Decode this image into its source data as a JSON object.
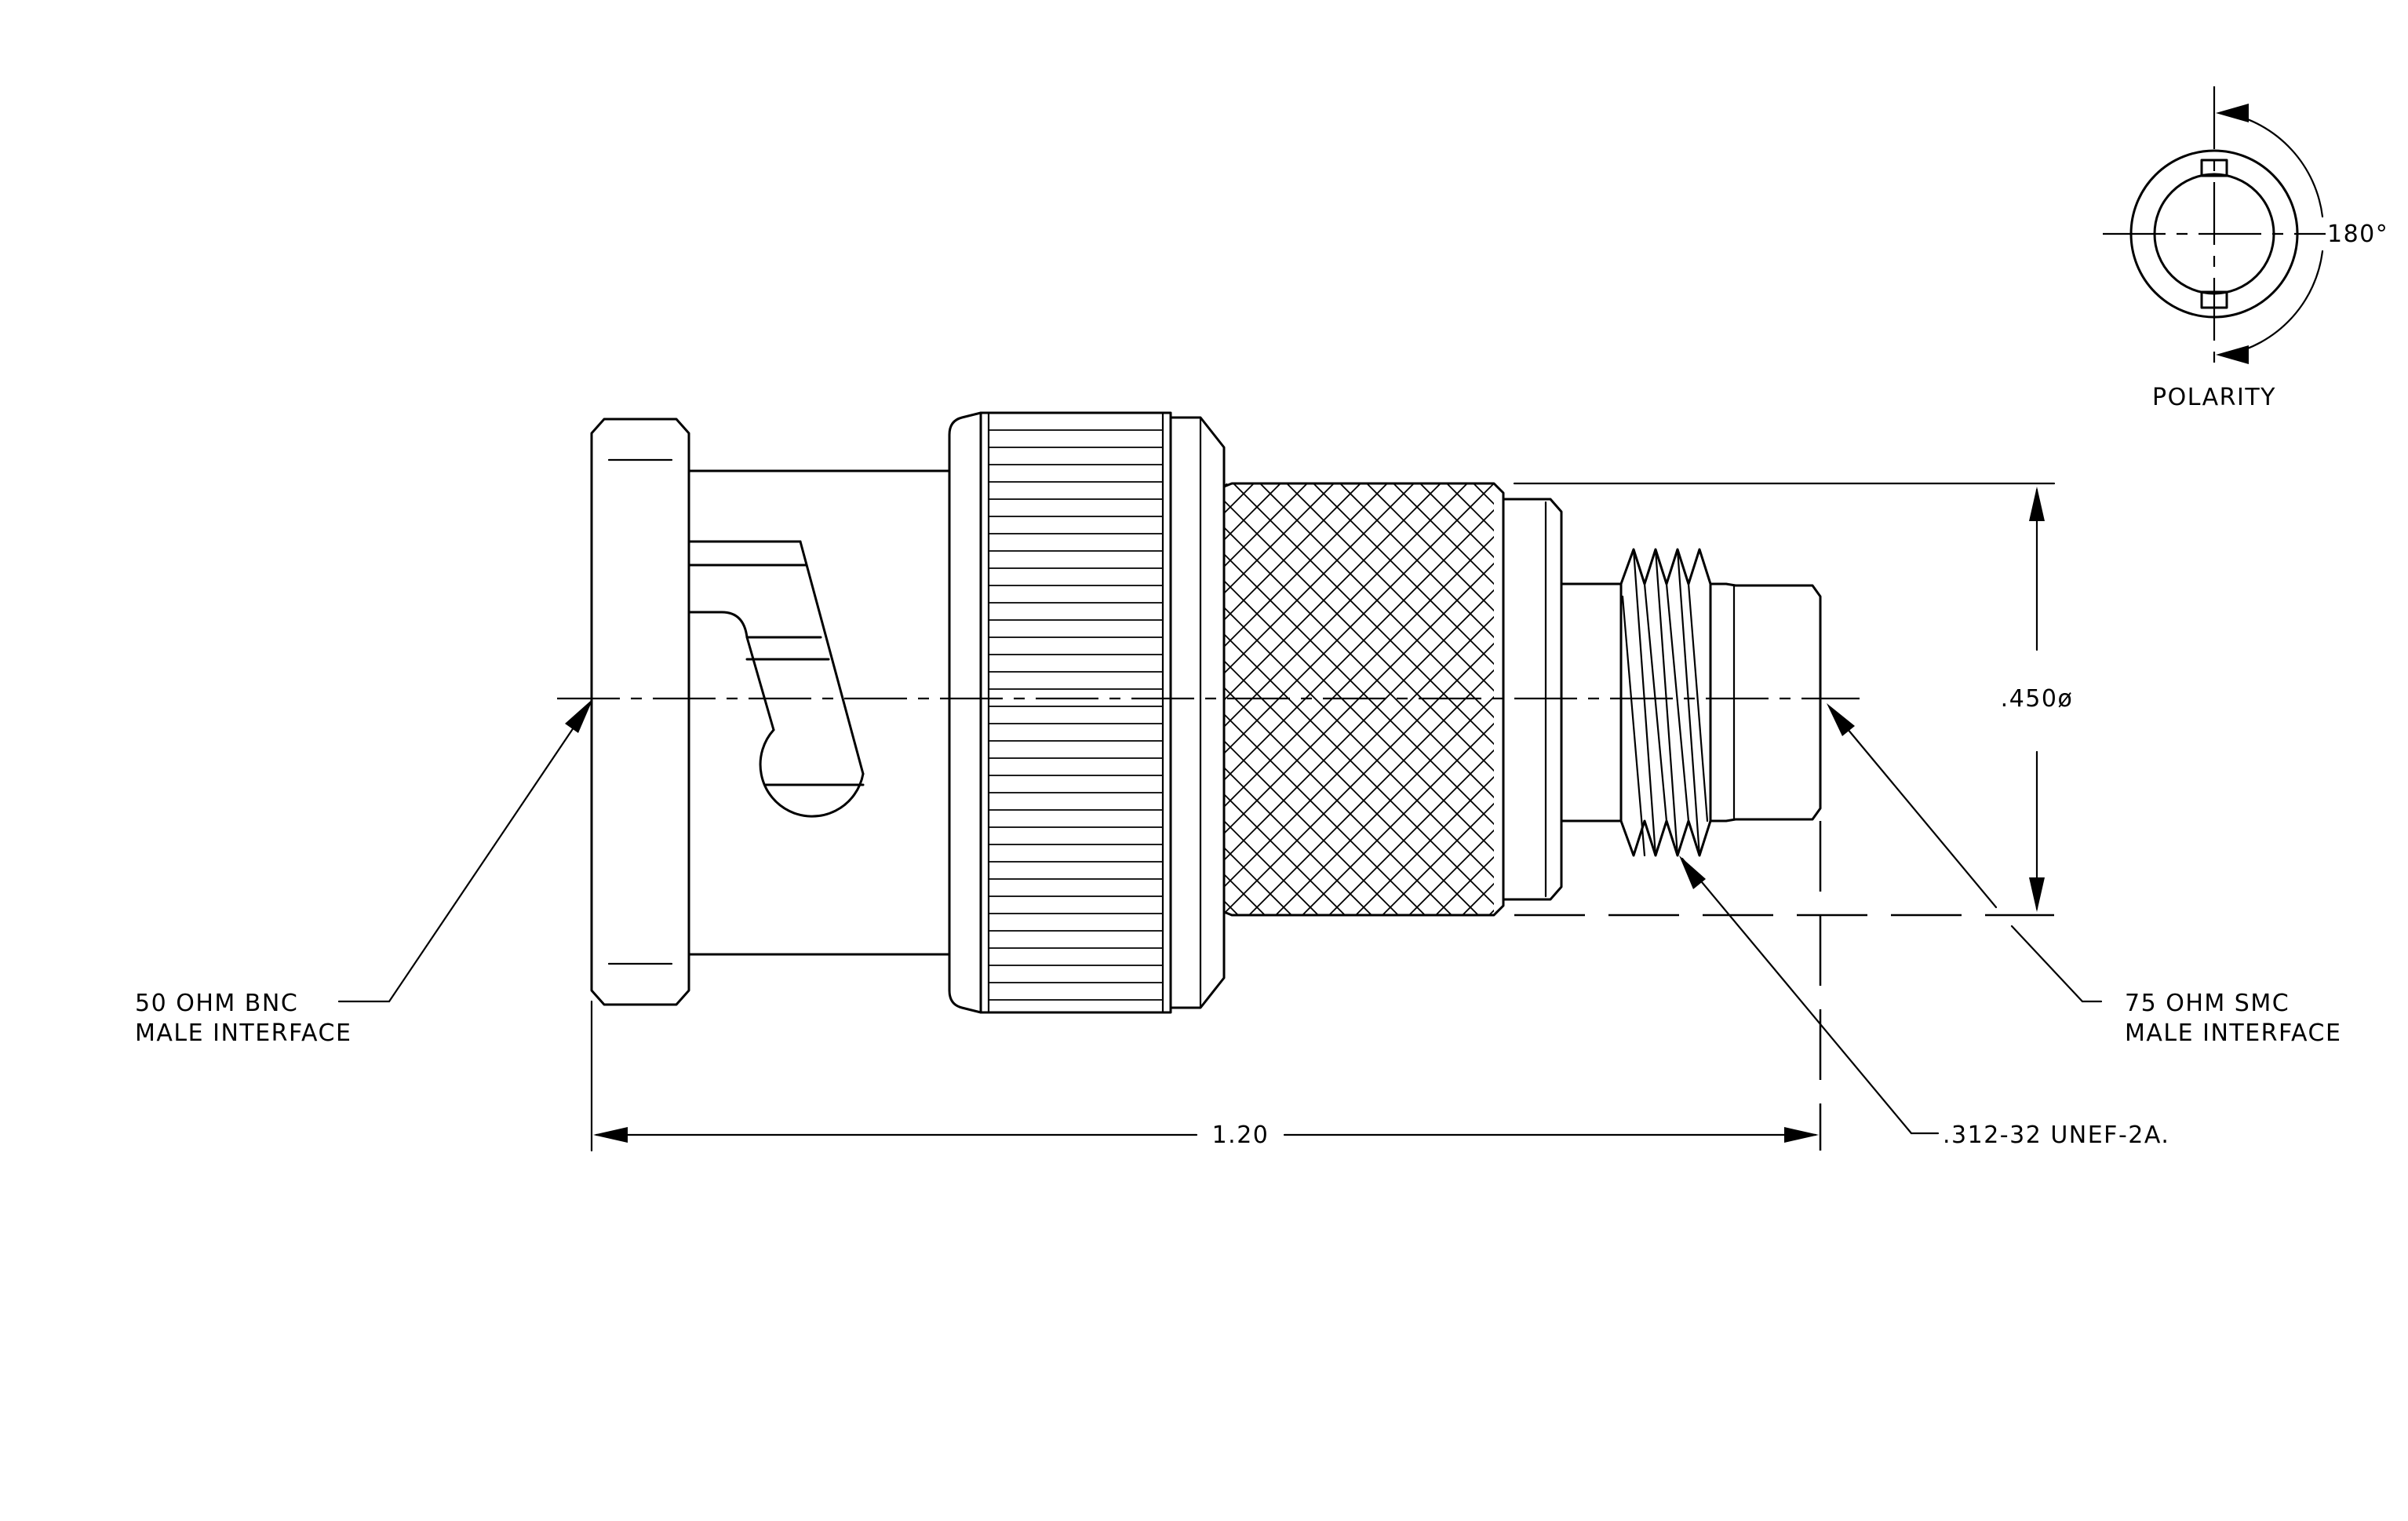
{
  "callouts": {
    "bnc_line1": "50 OHM BNC",
    "bnc_line2": "MALE INTERFACE",
    "smc_line1": "75 OHM SMC",
    "smc_line2": "MALE INTERFACE",
    "thread": ".312-32 UNEF-2A."
  },
  "dimensions": {
    "length": "1.20",
    "diameter": ".450ø"
  },
  "polarity": {
    "label": "POLARITY",
    "angle": "180°"
  }
}
